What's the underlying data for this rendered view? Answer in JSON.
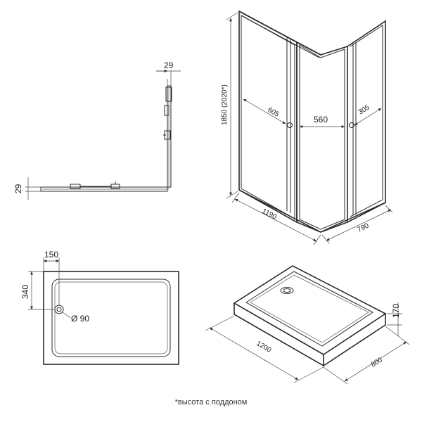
{
  "top_view": {
    "dim_top": "29",
    "dim_left": "29"
  },
  "enclosure_3d": {
    "height": "1850 (2020*)",
    "fixed_panel_width": "605",
    "door_width": "560",
    "side_panel_width": "305",
    "overall_length": "1190",
    "overall_depth": "790"
  },
  "tray_plan": {
    "drain_offset_x": "150",
    "drain_offset_y": "340",
    "drain_diameter": "Ø 90"
  },
  "tray_3d": {
    "height": "170",
    "length": "1200",
    "depth": "800"
  },
  "footnote": "*высота с поддоном"
}
